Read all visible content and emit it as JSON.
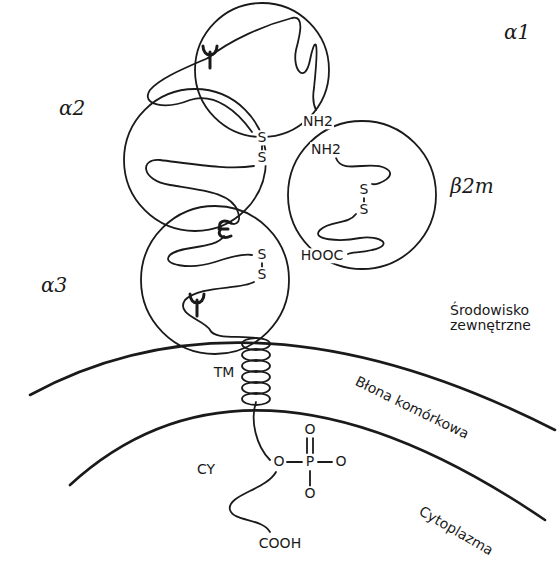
{
  "diagram": {
    "nodes": [
      {
        "text": [
          "α1",
          "NH2"
        ]
      },
      {
        "text": [
          "α2",
          "S",
          "S"
        ]
      },
      {
        "text": [
          "α3",
          "S",
          "S"
        ]
      },
      {
        "text": [
          "β2m",
          "NH2",
          "S",
          "S",
          "HOOC"
        ]
      }
    ],
    "labels": [
      "Środowisko zewnętrzne",
      "Błona komórkowa",
      "Cytoplazma",
      "TM",
      "CY",
      "O",
      "P",
      "O",
      "O",
      "O",
      "COOH"
    ]
  }
}
